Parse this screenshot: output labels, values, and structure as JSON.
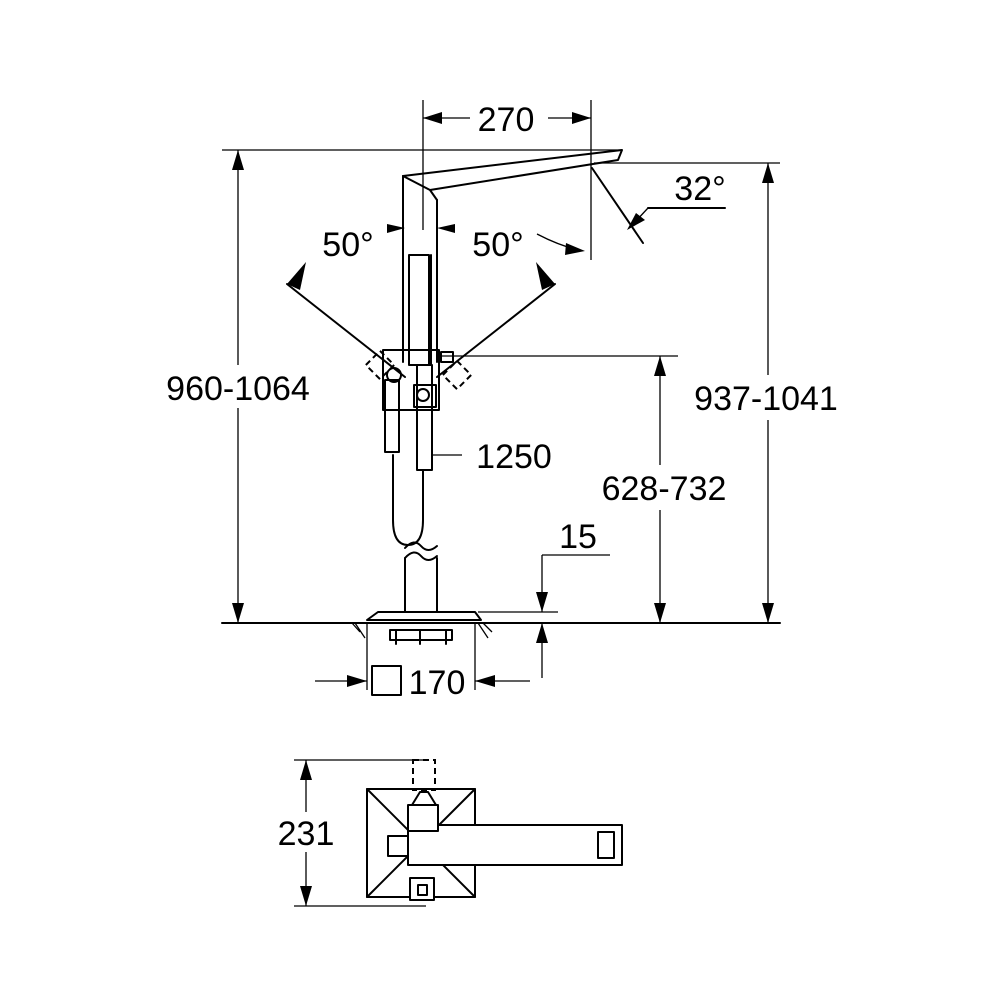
{
  "dimensions": {
    "spout_reach": "270",
    "spout_angle": "32°",
    "swivel_left": "50°",
    "swivel_right": "50°",
    "total_height": "960-1064",
    "spout_height": "937-1041",
    "hose_length": "1250",
    "handshower_height": "628-732",
    "base_thickness": "15",
    "base_plate": "170",
    "plan_depth": "231"
  },
  "icons": {
    "square_symbol": "square-dimension-symbol"
  }
}
